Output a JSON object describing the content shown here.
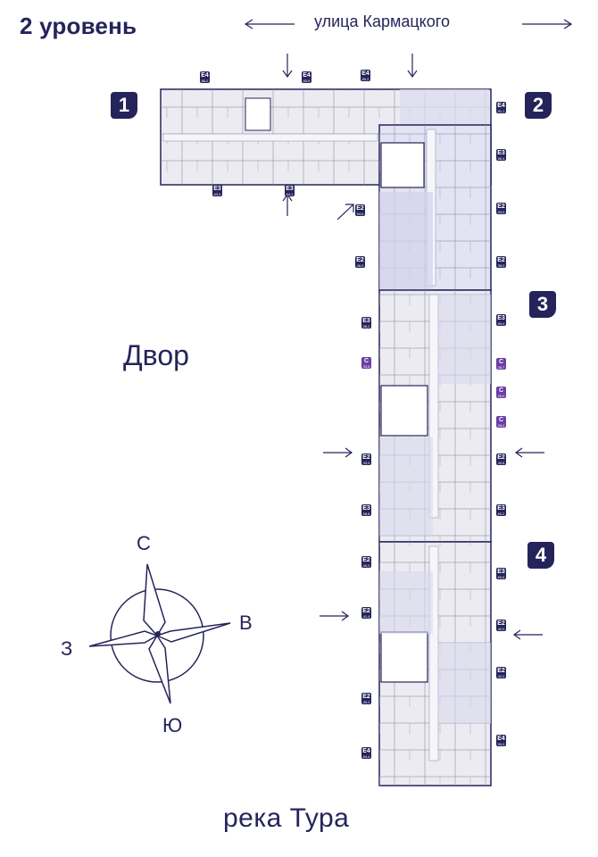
{
  "header": {
    "level_title": "2 уровень",
    "street": "улица Кармацкого"
  },
  "labels": {
    "yard": "Двор",
    "river": "река Тура"
  },
  "compass": {
    "north": "С",
    "east": "В",
    "south": "Ю",
    "west": "З"
  },
  "sections": [
    "1",
    "2",
    "3",
    "4"
  ],
  "apartment_tags": [
    {
      "type": "E4",
      "area": "88,2"
    },
    {
      "type": "E4",
      "area": "83,6"
    },
    {
      "type": "E4",
      "area": "89,2"
    },
    {
      "type": "E3",
      "area": "63,0"
    },
    {
      "type": "E3",
      "area": "64,1"
    },
    {
      "type": "E2",
      "area": "54,6"
    },
    {
      "type": "E2",
      "area": "46,0"
    },
    {
      "type": "E4",
      "area": "91,1"
    },
    {
      "type": "E3",
      "area": "68,4"
    },
    {
      "type": "E2",
      "area": "53,0"
    },
    {
      "type": "E2",
      "area": "38,0"
    },
    {
      "type": "E3",
      "area": "58,2"
    },
    {
      "type": "C",
      "area": "33,8"
    },
    {
      "type": "E2",
      "area": "33,0"
    },
    {
      "type": "E3",
      "area": "58,8"
    },
    {
      "type": "E3",
      "area": "59,4"
    },
    {
      "type": "C",
      "area": "28,7"
    },
    {
      "type": "C",
      "area": "26,0"
    },
    {
      "type": "C",
      "area": "28,4"
    },
    {
      "type": "E2",
      "area": "40,8"
    },
    {
      "type": "E3",
      "area": "60,2"
    },
    {
      "type": "E2",
      "area": "40,2"
    },
    {
      "type": "E2",
      "area": "41,4"
    },
    {
      "type": "E2",
      "area": "39,2"
    },
    {
      "type": "E4",
      "area": "84,4"
    },
    {
      "type": "E3",
      "area": "60,6"
    },
    {
      "type": "E2",
      "area": "40,0"
    },
    {
      "type": "E2",
      "area": "42,2"
    },
    {
      "type": "E4",
      "area": "90,0"
    }
  ],
  "colors": {
    "ink": "#25245a",
    "studio": "#6a3ea6",
    "fill_light": "#ebebf1",
    "fill_blue": "#dcdcf0"
  }
}
